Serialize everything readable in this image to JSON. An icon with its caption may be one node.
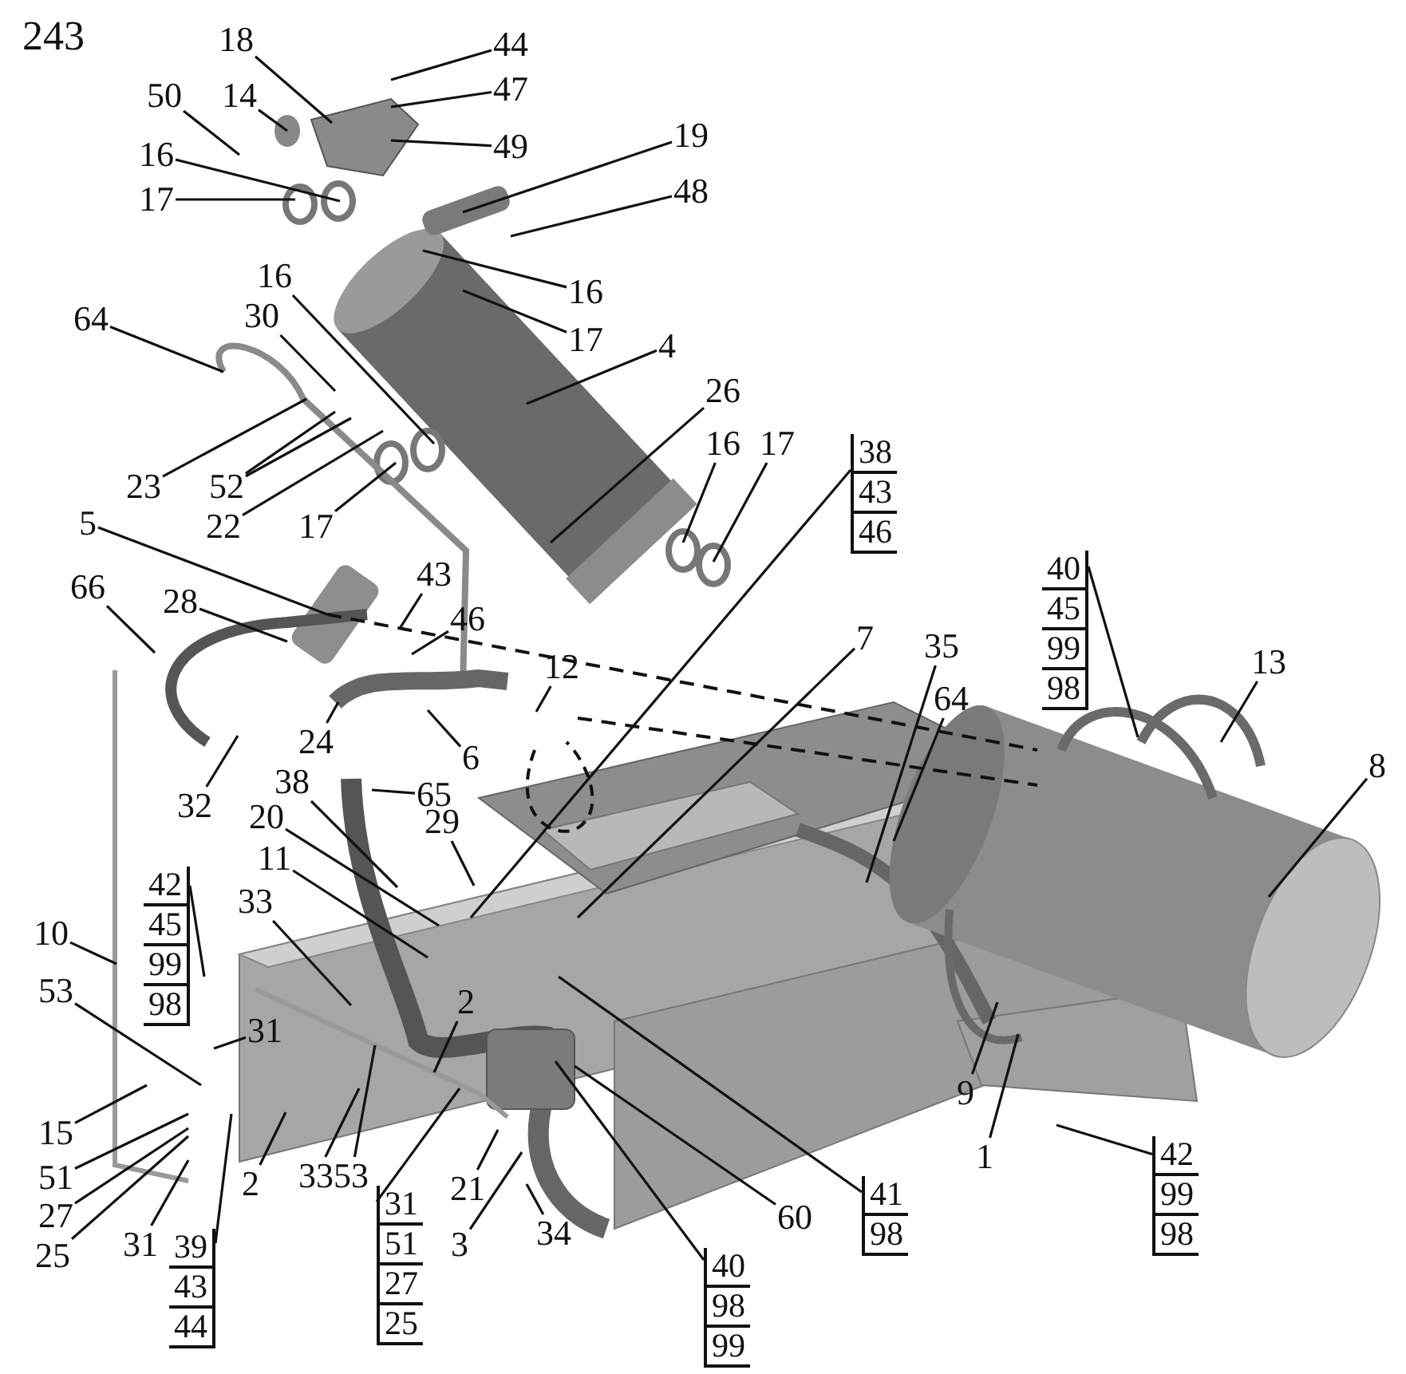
{
  "diagram": {
    "nodes": [
      {
        "text": [
          "18"
        ]
      },
      {
        "text": [
          "44"
        ]
      },
      {
        "text": [
          "14"
        ]
      },
      {
        "text": [
          "50"
        ]
      },
      {
        "text": [
          "47"
        ]
      },
      {
        "text": [
          "49"
        ]
      },
      {
        "text": [
          "16"
        ]
      },
      {
        "text": [
          "19"
        ]
      },
      {
        "text": [
          "17"
        ]
      },
      {
        "text": [
          "48"
        ]
      },
      {
        "text": [
          "16"
        ]
      },
      {
        "text": [
          "16"
        ]
      },
      {
        "text": [
          "17"
        ]
      },
      {
        "text": [
          "4"
        ]
      },
      {
        "text": [
          "64"
        ]
      },
      {
        "text": [
          "30"
        ]
      },
      {
        "text": [
          "26"
        ]
      },
      {
        "text": [
          "23"
        ]
      },
      {
        "text": [
          "52"
        ]
      },
      {
        "text": [
          "22"
        ]
      },
      {
        "text": [
          "17"
        ]
      },
      {
        "text": [
          "16"
        ]
      },
      {
        "text": [
          "17"
        ]
      },
      {
        "text": [
          "38",
          "43",
          "46"
        ]
      },
      {
        "text": [
          "5"
        ]
      },
      {
        "text": [
          "43"
        ]
      },
      {
        "text": [
          "46"
        ]
      },
      {
        "text": [
          "66"
        ]
      },
      {
        "text": [
          "28"
        ]
      },
      {
        "text": [
          "12"
        ]
      },
      {
        "text": [
          "7"
        ]
      },
      {
        "text": [
          "35"
        ]
      },
      {
        "text": [
          "64"
        ]
      },
      {
        "text": [
          "40",
          "45",
          "99",
          "98"
        ]
      },
      {
        "text": [
          "13"
        ]
      },
      {
        "text": [
          "8"
        ]
      },
      {
        "text": [
          "6"
        ]
      },
      {
        "text": [
          "24"
        ]
      },
      {
        "text": [
          "32"
        ]
      },
      {
        "text": [
          "65"
        ]
      },
      {
        "text": [
          "38"
        ]
      },
      {
        "text": [
          "29"
        ]
      },
      {
        "text": [
          "20"
        ]
      },
      {
        "text": [
          "11"
        ]
      },
      {
        "text": [
          "33"
        ]
      },
      {
        "text": [
          "42",
          "45",
          "99",
          "98"
        ]
      },
      {
        "text": [
          "10"
        ]
      },
      {
        "text": [
          "53"
        ]
      },
      {
        "text": [
          "31"
        ]
      },
      {
        "text": [
          "2"
        ]
      },
      {
        "text": [
          "15"
        ]
      },
      {
        "text": [
          "51"
        ]
      },
      {
        "text": [
          "27"
        ]
      },
      {
        "text": [
          "25"
        ]
      },
      {
        "text": [
          "31"
        ]
      },
      {
        "text": [
          "2"
        ]
      },
      {
        "text": [
          "33"
        ]
      },
      {
        "text": [
          "53"
        ]
      },
      {
        "text": [
          "39",
          "43",
          "44"
        ]
      },
      {
        "text": [
          "31",
          "51",
          "27",
          "25"
        ]
      },
      {
        "text": [
          "21"
        ]
      },
      {
        "text": [
          "3"
        ]
      },
      {
        "text": [
          "34"
        ]
      },
      {
        "text": [
          "40",
          "98",
          "99"
        ]
      },
      {
        "text": [
          "60"
        ]
      },
      {
        "text": [
          "41",
          "98"
        ]
      },
      {
        "text": [
          "9"
        ]
      },
      {
        "text": [
          "1"
        ]
      },
      {
        "text": [
          "42",
          "99",
          "98"
        ]
      }
    ],
    "edges": [
      {
        "from": 0,
        "to": null,
        "arrow": "none"
      },
      {
        "from": 1,
        "to": null,
        "arrow": "none"
      },
      {
        "from": 2,
        "to": null,
        "arrow": "none"
      },
      {
        "from": 3,
        "to": null,
        "arrow": "none"
      },
      {
        "from": 4,
        "to": null,
        "arrow": "none"
      },
      {
        "from": 5,
        "to": null,
        "arrow": "none"
      },
      {
        "from": 6,
        "to": null,
        "arrow": "none"
      },
      {
        "from": 7,
        "to": null,
        "arrow": "none"
      },
      {
        "from": 8,
        "to": null,
        "arrow": "none"
      },
      {
        "from": 9,
        "to": null,
        "arrow": "none"
      },
      {
        "from": 10,
        "to": null,
        "arrow": "none"
      },
      {
        "from": 11,
        "to": null,
        "arrow": "none"
      },
      {
        "from": 12,
        "to": null,
        "arrow": "none"
      },
      {
        "from": 13,
        "to": null,
        "arrow": "none"
      },
      {
        "from": 14,
        "to": null,
        "arrow": "none"
      },
      {
        "from": 15,
        "to": null,
        "arrow": "none"
      },
      {
        "from": 16,
        "to": null,
        "arrow": "none"
      },
      {
        "from": 17,
        "to": null,
        "arrow": "none"
      },
      {
        "from": 18,
        "to": null,
        "arrow": "none"
      },
      {
        "from": 18,
        "to": null,
        "arrow": "none"
      },
      {
        "from": 19,
        "to": null,
        "arrow": "none"
      },
      {
        "from": 20,
        "to": null,
        "arrow": "none"
      },
      {
        "from": 21,
        "to": null,
        "arrow": "none"
      },
      {
        "from": 22,
        "to": null,
        "arrow": "none"
      },
      {
        "from": 23,
        "to": null,
        "arrow": "none"
      },
      {
        "from": 24,
        "to": null,
        "arrow": "none"
      },
      {
        "from": 25,
        "to": null,
        "arrow": "none"
      },
      {
        "from": 26,
        "to": null,
        "arrow": "none"
      },
      {
        "from": 27,
        "to": null,
        "arrow": "none"
      },
      {
        "from": 28,
        "to": null,
        "arrow": "none"
      },
      {
        "from": 29,
        "to": null,
        "arrow": "none"
      },
      {
        "from": 30,
        "to": null,
        "arrow": "none"
      },
      {
        "from": 31,
        "to": null,
        "arrow": "none"
      },
      {
        "from": 32,
        "to": null,
        "arrow": "none"
      },
      {
        "from": 33,
        "to": null,
        "arrow": "none"
      },
      {
        "from": 34,
        "to": null,
        "arrow": "none"
      },
      {
        "from": 35,
        "to": null,
        "arrow": "none"
      },
      {
        "from": 36,
        "to": null,
        "arrow": "none"
      },
      {
        "from": 37,
        "to": null,
        "arrow": "none"
      },
      {
        "from": 38,
        "to": null,
        "arrow": "none"
      },
      {
        "from": 39,
        "to": null,
        "arrow": "none"
      },
      {
        "from": 40,
        "to": null,
        "arrow": "none"
      },
      {
        "from": 41,
        "to": null,
        "arrow": "none"
      },
      {
        "from": 42,
        "to": null,
        "arrow": "none"
      },
      {
        "from": 43,
        "to": null,
        "arrow": "none"
      },
      {
        "from": 44,
        "to": null,
        "arrow": "none"
      },
      {
        "from": 45,
        "to": null,
        "arrow": "none"
      },
      {
        "from": 46,
        "to": null,
        "arrow": "none"
      },
      {
        "from": 47,
        "to": null,
        "arrow": "none"
      },
      {
        "from": 48,
        "to": null,
        "arrow": "none"
      },
      {
        "from": 49,
        "to": null,
        "arrow": "none"
      },
      {
        "from": 50,
        "to": null,
        "arrow": "none"
      },
      {
        "from": 51,
        "to": null,
        "arrow": "none"
      },
      {
        "from": 52,
        "to": null,
        "arrow": "none"
      },
      {
        "from": 53,
        "to": null,
        "arrow": "none"
      },
      {
        "from": 54,
        "to": null,
        "arrow": "none"
      },
      {
        "from": 55,
        "to": null,
        "arrow": "none"
      },
      {
        "from": 56,
        "to": null,
        "arrow": "none"
      },
      {
        "from": 57,
        "to": null,
        "arrow": "none"
      },
      {
        "from": 58,
        "to": null,
        "arrow": "none"
      },
      {
        "from": 59,
        "to": null,
        "arrow": "none"
      },
      {
        "from": 60,
        "to": null,
        "arrow": "none"
      },
      {
        "from": 61,
        "to": null,
        "arrow": "none"
      },
      {
        "from": 62,
        "to": null,
        "arrow": "none"
      },
      {
        "from": 63,
        "to": null,
        "arrow": "none"
      },
      {
        "from": 64,
        "to": null,
        "arrow": "none"
      },
      {
        "from": 65,
        "to": null,
        "arrow": "none"
      },
      {
        "from": 66,
        "to": null,
        "arrow": "none"
      },
      {
        "from": 67,
        "to": null,
        "arrow": "none"
      },
      {
        "from": 68,
        "to": null,
        "arrow": "none"
      }
    ],
    "labels": [
      "243"
    ]
  }
}
